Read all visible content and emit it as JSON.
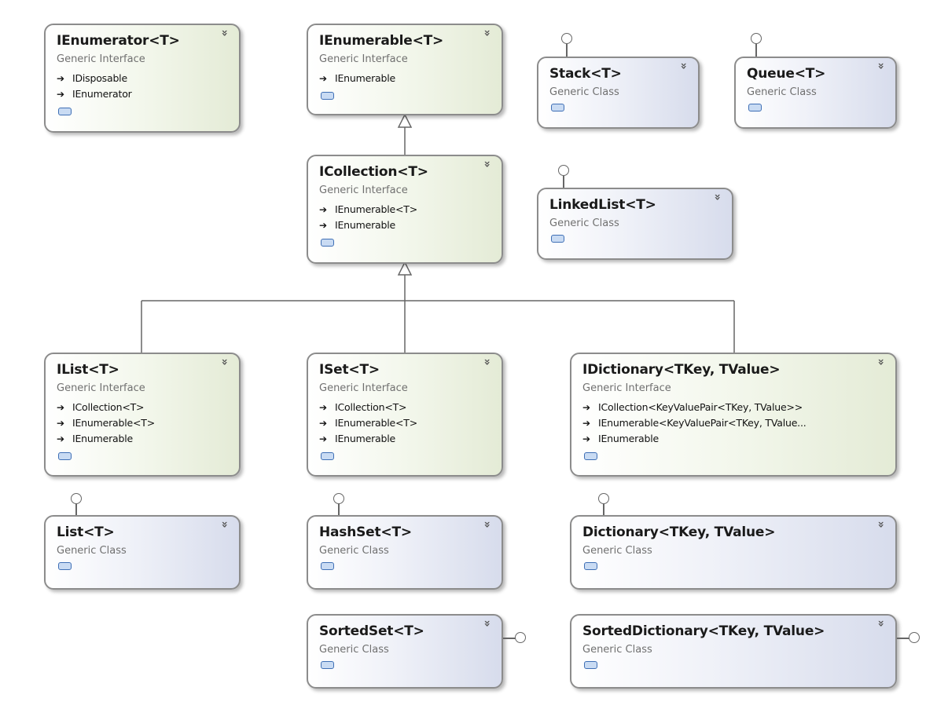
{
  "diagram": {
    "interfaces": [
      {
        "name": "IEnumerator<T>",
        "kind": "Generic Interface",
        "implements": [
          "IDisposable",
          "IEnumerator"
        ]
      },
      {
        "name": "IEnumerable<T>",
        "kind": "Generic Interface",
        "implements": [
          "IEnumerable"
        ]
      },
      {
        "name": "ICollection<T>",
        "kind": "Generic Interface",
        "implements": [
          "IEnumerable<T>",
          "IEnumerable"
        ]
      },
      {
        "name": "IList<T>",
        "kind": "Generic Interface",
        "implements": [
          "ICollection<T>",
          "IEnumerable<T>",
          "IEnumerable"
        ]
      },
      {
        "name": "ISet<T>",
        "kind": "Generic Interface",
        "implements": [
          "ICollection<T>",
          "IEnumerable<T>",
          "IEnumerable"
        ]
      },
      {
        "name": "IDictionary<TKey, TValue>",
        "kind": "Generic Interface",
        "implements": [
          "ICollection<KeyValuePair<TKey, TValue>>",
          "IEnumerable<KeyValuePair<TKey, TValue...",
          "IEnumerable"
        ]
      }
    ],
    "classes": [
      {
        "name": "Stack<T>",
        "kind": "Generic Class"
      },
      {
        "name": "Queue<T>",
        "kind": "Generic Class"
      },
      {
        "name": "LinkedList<T>",
        "kind": "Generic Class"
      },
      {
        "name": "List<T>",
        "kind": "Generic Class"
      },
      {
        "name": "HashSet<T>",
        "kind": "Generic Class"
      },
      {
        "name": "Dictionary<TKey, TValue>",
        "kind": "Generic Class"
      },
      {
        "name": "SortedSet<T>",
        "kind": "Generic Class"
      },
      {
        "name": "SortedDictionary<TKey, TValue>",
        "kind": "Generic Class"
      }
    ]
  },
  "style": {
    "interface_color": "#e4ebd6",
    "class_color": "#d7dcec",
    "border_color": "#8c8c8c",
    "connector_color": "#666666"
  },
  "icons": {
    "collapse": "chevron-double-down-icon",
    "implements": "arrow-right-icon",
    "members": "members-icon",
    "lollipop": "interface-lollipop-icon"
  }
}
